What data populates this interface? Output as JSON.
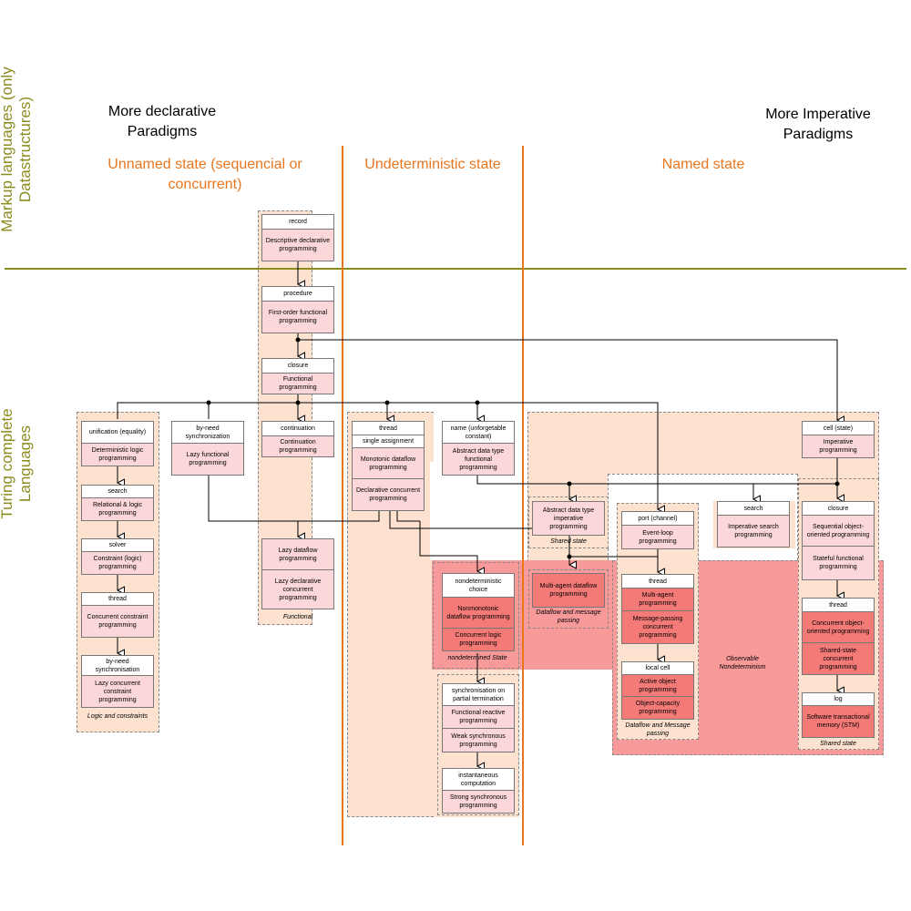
{
  "headers": {
    "left": "More declarative Paradigms",
    "right": "More Imperative Paradigms"
  },
  "columns": {
    "unnamed": "Unnamed state (sequencial or concurrent)",
    "undeterministic": "Undeterministic state",
    "named": "Named state"
  },
  "side_labels": {
    "markup": "Markup languages (only Datastructures)",
    "turing": "Turing complete Languages"
  },
  "boxes": {
    "record": {
      "title": "record",
      "cells": [
        "Descriptive declarative programming"
      ]
    },
    "procedure": {
      "title": "procedure",
      "cells": [
        "First-order functional programming"
      ]
    },
    "closure_f": {
      "title": "closure",
      "cells": [
        "Functional programming"
      ]
    },
    "unification": {
      "title": "unification (equality)",
      "cells": [
        "Deterministic logic programming"
      ]
    },
    "search_l": {
      "title": "search",
      "cells": [
        "Relational & logic programming"
      ]
    },
    "solver": {
      "title": "solver",
      "cells": [
        "Constraint (logic) programming"
      ]
    },
    "thread_l": {
      "title": "thread",
      "cells": [
        "Concurrent constraint programming"
      ]
    },
    "byneed_l": {
      "title": "by-need synchronisation",
      "cells": [
        "Lazy concurrent constraint programming"
      ]
    },
    "byneed_f": {
      "title": "by-need synchronization",
      "cells": [
        "Lazy functional programming"
      ]
    },
    "continuation": {
      "title": "continuation",
      "cells": [
        "Continuation programming"
      ]
    },
    "lazy": {
      "title": "",
      "cells": [
        "Lazy dataflow programming",
        "Lazy declarative concurrent programming"
      ]
    },
    "thread_d": {
      "title": "thread",
      "sub": "single assignment",
      "cells": [
        "Monotonic dataflow programming",
        "Declarative concurrent programming"
      ]
    },
    "name": {
      "title": "name (unforgetable constant)",
      "cells": [
        "Abstract data type functional programming"
      ]
    },
    "nondet": {
      "title": "nondeterministic choice",
      "cells": [
        "Nonmonotonic dataflow programming",
        "Concurrent logic programming"
      ]
    },
    "sync": {
      "title": "synchronisation on partial termination",
      "cells": [
        "Functional reactive programming",
        "Weak synchronous programming"
      ]
    },
    "instant": {
      "title": "instantaneous computation",
      "cells": [
        "Strong synchronous programming"
      ]
    },
    "adt_imp": {
      "title": "",
      "cells": [
        "Abstract data type imperative programming"
      ]
    },
    "multiagent_df": {
      "title": "",
      "cells": [
        "Multi-agent dataflow programming"
      ]
    },
    "port": {
      "title": "port (channel)",
      "cells": [
        "Event-loop programming"
      ]
    },
    "thread_p": {
      "title": "thread",
      "cells": [
        "Multi-agent programming",
        "Message-passing concurrent programming"
      ]
    },
    "localcell": {
      "title": "local cell",
      "cells": [
        "Active object programming",
        "Object-capacity programming"
      ]
    },
    "search_r": {
      "title": "search",
      "cells": [
        "Imperative search programming"
      ]
    },
    "cell": {
      "title": "cell (state)",
      "cells": [
        "Imperative programming"
      ]
    },
    "closure_r": {
      "title": "closure",
      "cells": [
        "Sequential object-oriented programming",
        "Stateful functional programming"
      ]
    },
    "thread_r": {
      "title": "thread",
      "cells": [
        "Concurrent object-oriented programming",
        "Shared-state concurrent programming"
      ]
    },
    "log": {
      "title": "log",
      "cells": [
        "Software transactional memory (STM)"
      ]
    }
  },
  "captions": {
    "logic": "Logic and constraints",
    "functional": "Functional",
    "nondet": "nondetermined State",
    "shared1": "Shared state",
    "df_mp1": "Dataflow and message passing",
    "df_mp2": "Dataflow and Message passing",
    "observable": "Observable Nondeterminism",
    "shared2": "Shared state"
  },
  "colors": {
    "orange": "#e8761e",
    "olive": "#8b8b1e",
    "peach": "#fde3cf",
    "red_region": "#f8999a",
    "light_pink": "#fcd7d9",
    "dark_pink": "#f47a78"
  }
}
